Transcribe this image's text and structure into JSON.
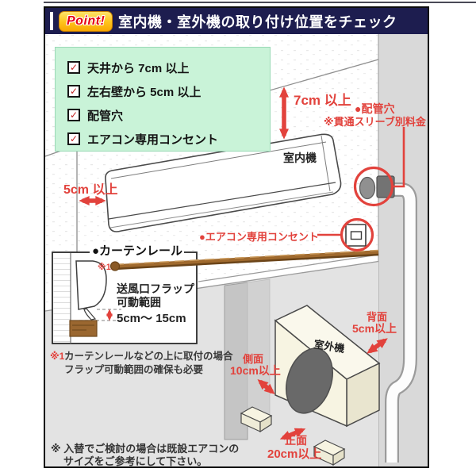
{
  "header": {
    "badge": "Point!",
    "title": "室内機・室外機の取り付け位置をチェック"
  },
  "checklist": {
    "items": [
      "天井から 7cm 以上",
      "左右壁から 5cm 以上",
      "配管穴",
      "エアコン専用コンセント"
    ]
  },
  "indoor": {
    "unit_label": "室内機",
    "top_clearance": "7cm 以上",
    "side_clearance": "5cm 以上",
    "piping_hole_label": "●配管穴",
    "piping_hole_note": "※貫通スリーブ別料金",
    "outlet_label": "●エアコン専用コンセント"
  },
  "curtain_inset": {
    "label": "●カーテンレール",
    "ref_mark": "※1",
    "flap_text_1": "送風口フラップ",
    "flap_text_2": "可動範囲",
    "range": "5cm～ 15cm",
    "note_ref": "※1",
    "note_1": "カーテンレールなどの上に取付の場合",
    "note_2": "フラップ可動範囲の確保も必要"
  },
  "outdoor": {
    "unit_label": "室外機",
    "back_label": "背面",
    "back_value": "5cm以上",
    "side_label": "側面",
    "side_value": "10cm以上",
    "front_label": "正面",
    "front_value": "20cm以上"
  },
  "footer": {
    "note_1": "※ 入替でご検討の場合は既設エアコンの",
    "note_2": "サイズをご参考にして下さい。"
  },
  "icons": {
    "check": "✓"
  },
  "colors": {
    "accent_red": "#e2423c",
    "navy": "#1d1d4f",
    "green_bg": "#c9f3d8",
    "badge_yellow": "#ffc61e",
    "unit_cream": "#f7f4e2",
    "rail_brown": "#a06a2e"
  }
}
